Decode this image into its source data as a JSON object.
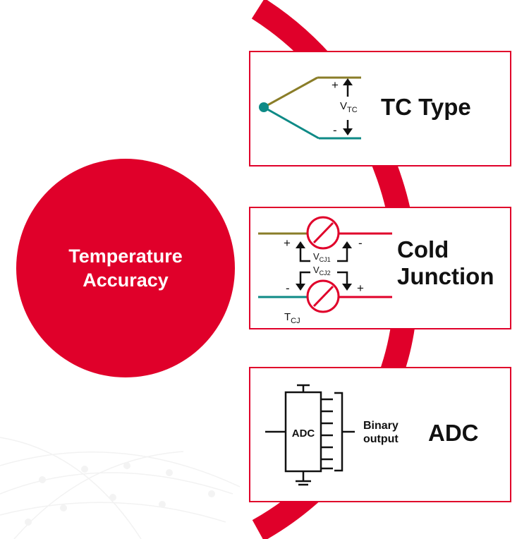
{
  "colors": {
    "accent_red": "#e0002a",
    "box_border": "#e0002a",
    "wire_olive": "#8a7d28",
    "wire_teal": "#0e8a86",
    "ink": "#111111"
  },
  "center": {
    "title_line1": "Temperature",
    "title_line2": "Accuracy"
  },
  "tc_type": {
    "title": "TC Type",
    "plus": "+",
    "minus": "-",
    "v_main": "V",
    "v_sub": "TC"
  },
  "cold_junction": {
    "title_line1": "Cold",
    "title_line2": "Junction",
    "plus1": "+",
    "minus1": "-",
    "plus2": "+",
    "minus2": "-",
    "v1_main": "V",
    "v1_sub": "CJ1",
    "v2_main": "V",
    "v2_sub": "CJ2",
    "t_main": "T",
    "t_sub": "CJ"
  },
  "adc": {
    "title": "ADC",
    "chip_label": "ADC",
    "output_line1": "Binary",
    "output_line2": "output"
  }
}
